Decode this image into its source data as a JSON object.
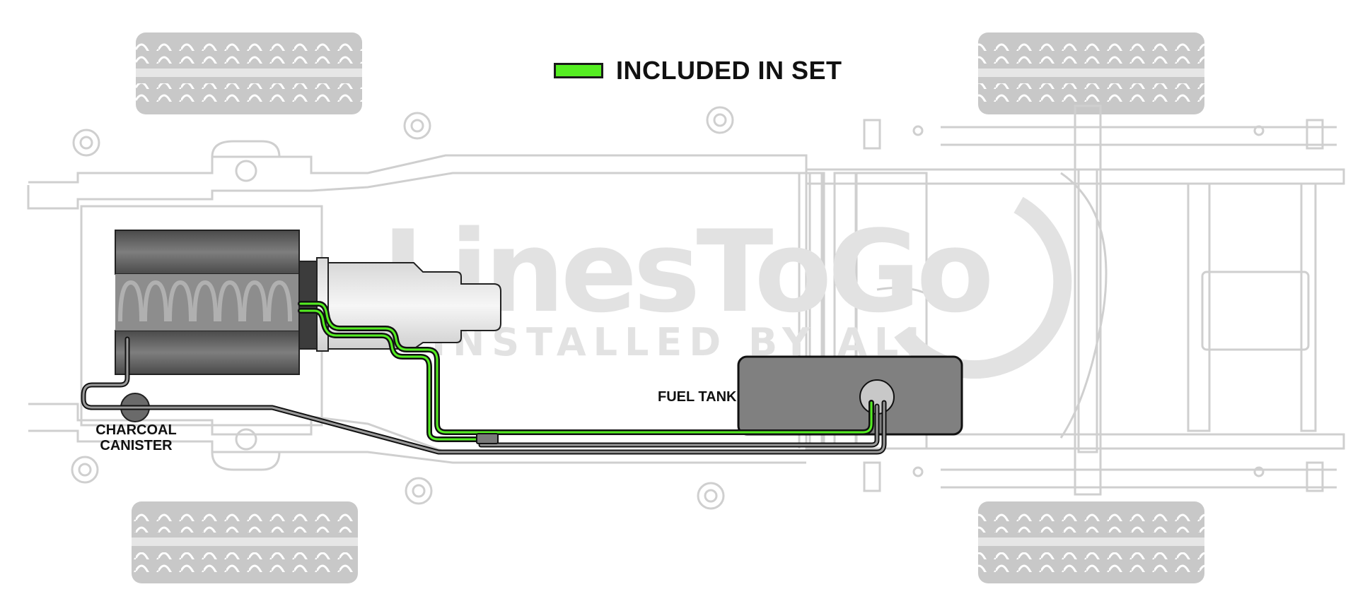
{
  "legend": {
    "label": "INCLUDED IN SET",
    "swatch_color": "#55ee22"
  },
  "labels": {
    "fuel_tank": "FUEL TANK",
    "charcoal_canister_line1": "CHARCOAL",
    "charcoal_canister_line2": "CANISTER"
  },
  "watermark": {
    "brand": "LinesToGo",
    "tagline": "INSTALLED BY ALL"
  },
  "colors": {
    "included_line": "#55ee22",
    "other_line": "#555555",
    "frame_outline": "#cfcfcf",
    "tank_fill": "#808080",
    "engine_fill": "#5a5a5a",
    "watermark": "#e2e2e2"
  }
}
